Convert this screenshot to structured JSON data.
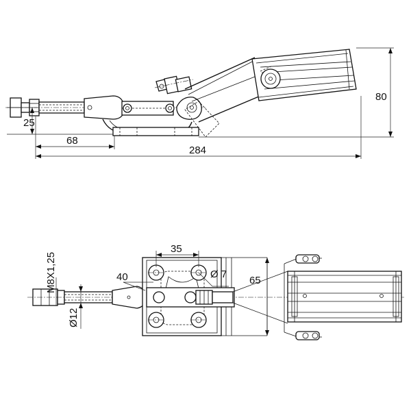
{
  "side_view": {
    "dims": {
      "height_80": "80",
      "height_25": "25",
      "length_68": "68",
      "length_284": "284"
    }
  },
  "top_view": {
    "dims": {
      "width_35": "35",
      "width_40": "40",
      "hole_dia": "Ø 7",
      "width_65": "65",
      "thread": "M8X1,25",
      "rod_dia": "Ø12"
    }
  }
}
